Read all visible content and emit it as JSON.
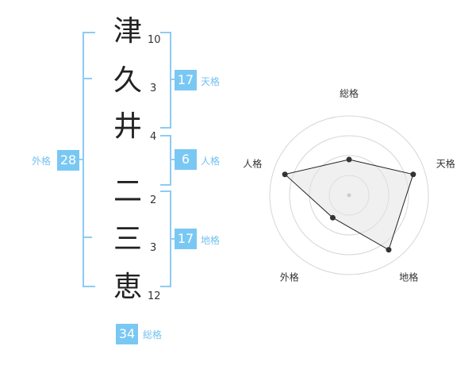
{
  "name": {
    "characters": [
      {
        "char": "津",
        "strokes": "10"
      },
      {
        "char": "久",
        "strokes": "3"
      },
      {
        "char": "井",
        "strokes": "4"
      },
      {
        "char": "二",
        "strokes": "2"
      },
      {
        "char": "三",
        "strokes": "3"
      },
      {
        "char": "恵",
        "strokes": "12"
      }
    ]
  },
  "fortunes": {
    "tenkaku": {
      "value": "17",
      "label": "天格"
    },
    "jinkaku": {
      "value": "6",
      "label": "人格"
    },
    "chikaku": {
      "value": "17",
      "label": "地格"
    },
    "gaikaku": {
      "value": "28",
      "label": "外格"
    },
    "soukaku": {
      "value": "34",
      "label": "総格"
    }
  },
  "chart_data": {
    "type": "radar",
    "axes": [
      "総格",
      "天格",
      "地格",
      "外格",
      "人格"
    ],
    "values": [
      0.45,
      0.85,
      0.85,
      0.35,
      0.85
    ],
    "range": [
      0,
      1
    ],
    "rings": 4
  },
  "colors": {
    "accent": "#79c8f4",
    "bracket": "#8ecbf3"
  }
}
